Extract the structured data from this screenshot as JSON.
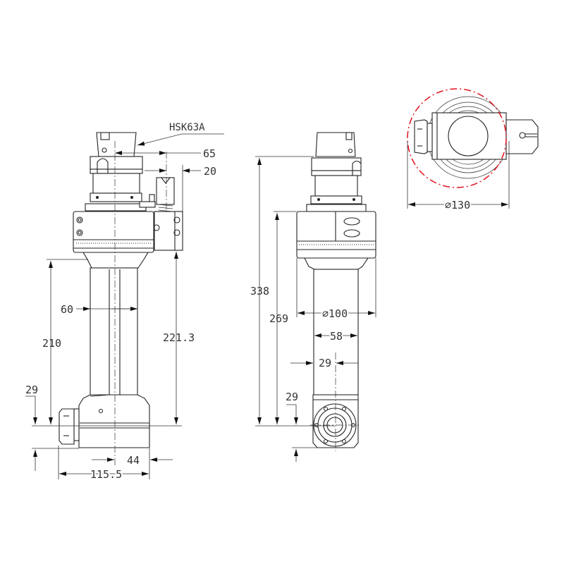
{
  "drawing": {
    "title": "Angle head technical drawing",
    "accent_color": "#e0141e",
    "side_view": {
      "holder_label": "HSK63A",
      "dims": {
        "d65": "65",
        "d20": "20",
        "d60": "60",
        "d210": "210",
        "d221": "221.3",
        "d29": "29",
        "d44": "44",
        "d115": "115.5"
      }
    },
    "front_view": {
      "dims": {
        "d338": "338",
        "d269": "269",
        "d100": "∅100",
        "d58": "58",
        "d29a": "29",
        "d29b": "29"
      }
    },
    "top_view": {
      "dims": {
        "d130": "∅130"
      }
    }
  }
}
